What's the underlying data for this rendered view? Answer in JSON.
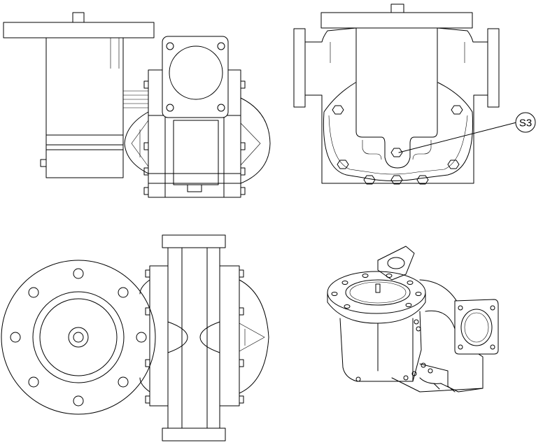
{
  "drawing": {
    "views": [
      "side-view",
      "front-view",
      "top-view",
      "isometric-view"
    ],
    "callouts": [
      {
        "label": "S3"
      }
    ],
    "colors": {
      "line": "#000000",
      "background": "#ffffff"
    }
  }
}
